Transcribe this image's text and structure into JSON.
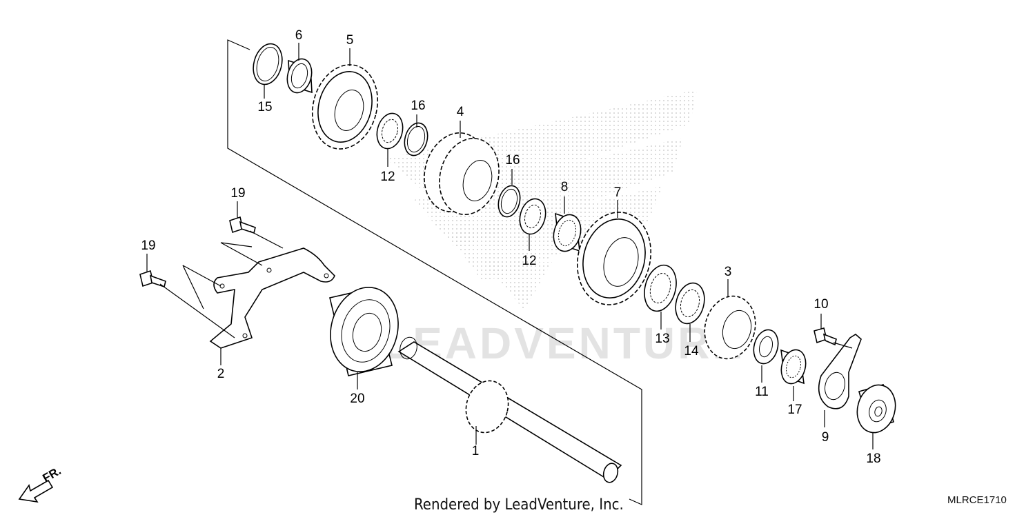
{
  "watermark": "LEADVENTURE",
  "footer_credit": "Rendered by LeadVenture, Inc.",
  "diagram_code": "MLRCE1710",
  "front_label": "FR.",
  "callouts": [
    "1",
    "2",
    "3",
    "4",
    "5",
    "6",
    "7",
    "8",
    "9",
    "10",
    "11",
    "12",
    "12",
    "13",
    "14",
    "15",
    "16",
    "16",
    "17",
    "18",
    "19",
    "19",
    "20"
  ]
}
